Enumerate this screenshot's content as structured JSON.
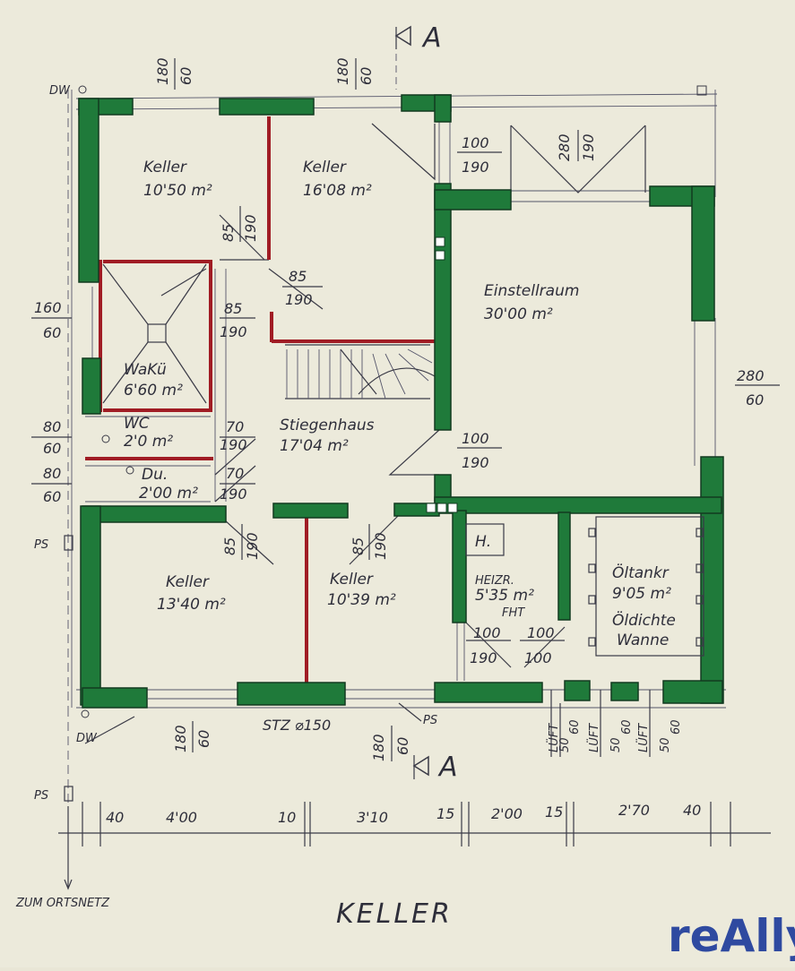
{
  "title": "KELLER",
  "logo_text": "reAlly",
  "section_marker": "A",
  "rooms": {
    "keller1": {
      "name": "Keller",
      "area": "10'50 m²"
    },
    "keller2": {
      "name": "Keller",
      "area": "16'08 m²"
    },
    "einstellraum": {
      "name": "Einstellraum",
      "area": "30'00 m²"
    },
    "waku": {
      "name": "WaKü",
      "area": "6'60 m²"
    },
    "wc": {
      "name": "WC",
      "area": "2'0 m²"
    },
    "du": {
      "name": "Du.",
      "area": "2'00 m²"
    },
    "stiegenhaus": {
      "name": "Stiegenhaus",
      "area": "17'04 m²"
    },
    "keller3": {
      "name": "Keller",
      "area": "13'40 m²"
    },
    "keller4": {
      "name": "Keller",
      "area": "10'39 m²"
    },
    "heizr": {
      "name": "HEIZR.",
      "area": "5'35 m²",
      "extra": "FHT"
    },
    "oltank": {
      "name": "Öltankr",
      "area": "9'05 m²",
      "extra1": "Öldichte",
      "extra2": "Wanne"
    }
  },
  "labels": {
    "dw": "DW",
    "ps": "PS",
    "h": "H.",
    "stz": "STZ ⌀150",
    "luft": "LÜFT",
    "zum_ortsnetz": "ZUM ORTSNETZ"
  },
  "openings": {
    "top_180": "180",
    "top_60": "60",
    "d100": "100",
    "d190": "190",
    "d280": "280",
    "d85": "85",
    "d160": "160",
    "d80": "80",
    "d70": "70",
    "d50": "50",
    "d60b": "60"
  },
  "dimensions": [
    "40",
    "4'00",
    "10",
    "3'10",
    "15",
    "2'00",
    "15",
    "2'70",
    "40"
  ]
}
